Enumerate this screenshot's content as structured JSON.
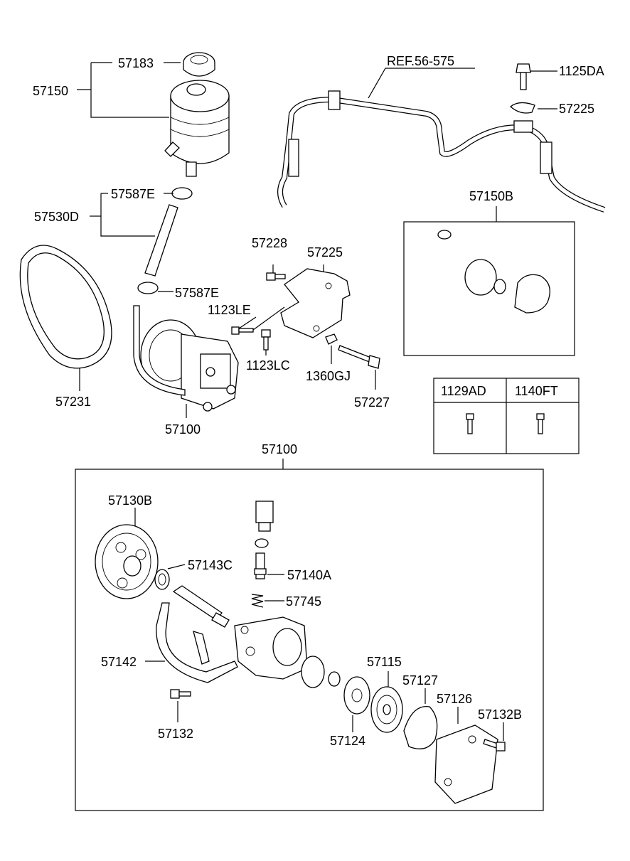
{
  "labels": {
    "p57183": "57183",
    "p57150": "57150",
    "p57587e_top": "57587E",
    "p57530d": "57530D",
    "p57587e_bottom": "57587E",
    "p57231": "57231",
    "p57100_top": "57100",
    "ref": "REF.56-575",
    "p1125da": "1125DA",
    "p57225_top": "57225",
    "p57150b": "57150B",
    "p57228": "57228",
    "p57225_mid": "57225",
    "p1123le": "1123LE",
    "p1123lc": "1123LC",
    "p1360gj": "1360GJ",
    "p57227": "57227",
    "p57100_box": "57100",
    "p57130b": "57130B",
    "p57143c": "57143C",
    "p57140a": "57140A",
    "p57745": "57745",
    "p57142": "57142",
    "p57115": "57115",
    "p57127": "57127",
    "p57126": "57126",
    "p57132b": "57132B",
    "p57132": "57132",
    "p57124": "57124"
  },
  "bolt_table": {
    "headers": [
      "1129AD",
      "1140FT"
    ]
  },
  "icons": [
    "bolt-icon",
    "bolt-icon"
  ]
}
